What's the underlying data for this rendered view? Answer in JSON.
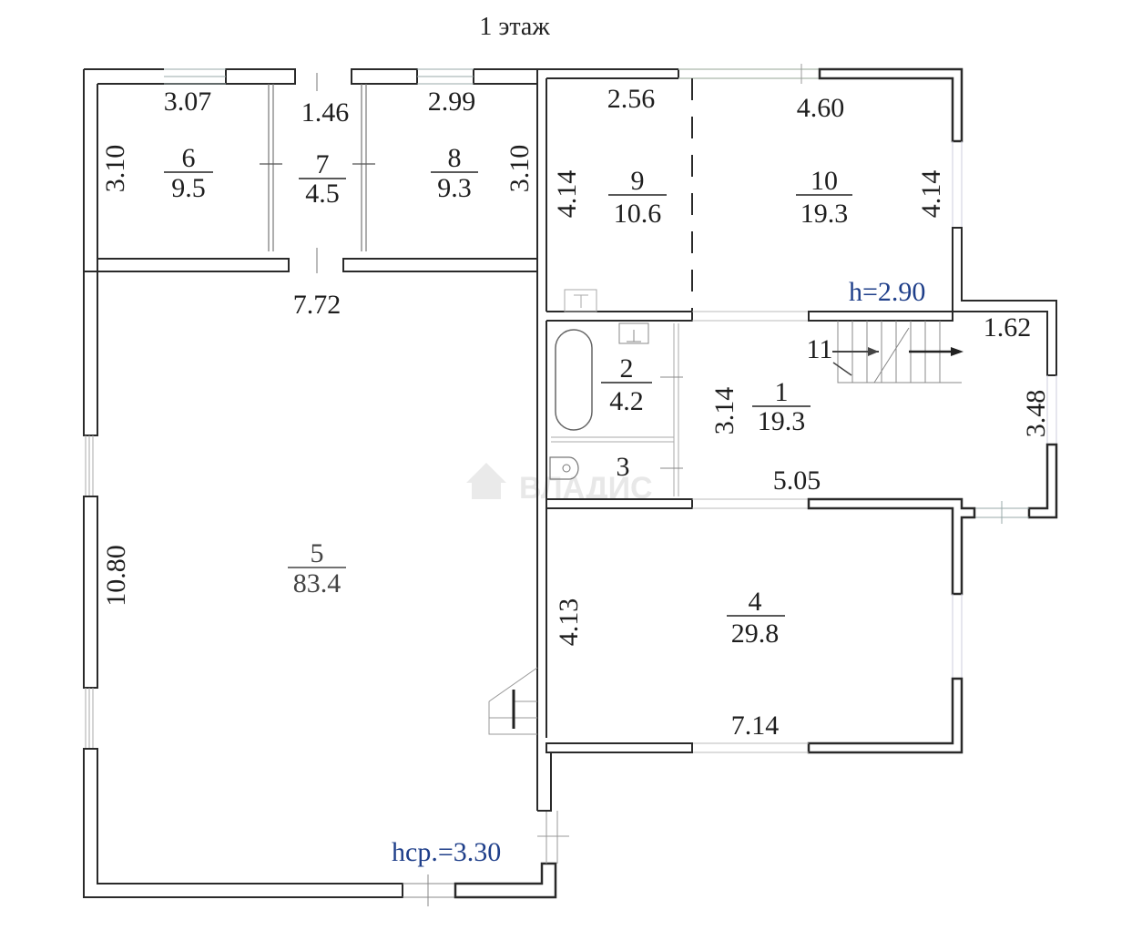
{
  "title": "1 этаж",
  "rooms": [
    {
      "id": "1",
      "area": "19.3"
    },
    {
      "id": "2",
      "area": "4.2"
    },
    {
      "id": "3",
      "area": ""
    },
    {
      "id": "4",
      "area": "29.8"
    },
    {
      "id": "5",
      "area": "83.4"
    },
    {
      "id": "6",
      "area": "9.5"
    },
    {
      "id": "7",
      "area": "4.5"
    },
    {
      "id": "8",
      "area": "9.3"
    },
    {
      "id": "9",
      "area": "10.6"
    },
    {
      "id": "10",
      "area": "19.3"
    },
    {
      "id": "11",
      "area": ""
    }
  ],
  "dimensions": {
    "r6_width": "3.07",
    "r6_height": "3.10",
    "r7_width": "1.46",
    "r8_width": "2.99",
    "r8_height": "3.10",
    "r5_width": "7.72",
    "r5_height": "10.80",
    "r9_width": "2.56",
    "r9_height": "4.14",
    "r10_width": "4.60",
    "r10_height": "4.14",
    "r1_height": "3.14",
    "r1_width": "5.05",
    "r1_ext_width": "1.62",
    "r1_ext_height": "3.48",
    "r4_height": "4.13",
    "r4_width": "7.14"
  },
  "heights": {
    "upper": "h=2.90",
    "main": "hср.=3.30"
  },
  "watermark": "ВЛАДИС",
  "colors": {
    "wall": "#2a2a2a",
    "label": "#1e1e1e",
    "height_label": "#1f3f8a",
    "window": "#b9c4b9"
  }
}
